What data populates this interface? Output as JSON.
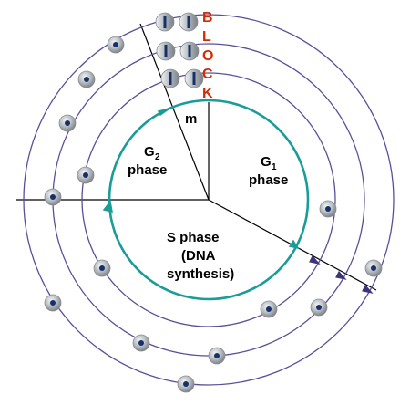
{
  "labels": {
    "m": "m",
    "g2_main": "G",
    "g2_sub": "2",
    "g2_word": "phase",
    "g1_main": "G",
    "g1_sub": "1",
    "g1_word": "phase",
    "s_line1": "S phase",
    "s_line2": "(DNA",
    "s_line3": "synthesis)"
  },
  "block_letters": [
    "B",
    "L",
    "O",
    "C",
    "K"
  ],
  "colors": {
    "inner_cycle": "#1a9c98",
    "orbit": "#5a4f9a",
    "axis": "#000000",
    "block_text": "#d52b05",
    "cell_outer": "#8a8f94",
    "cell_nucleus": "#16306a"
  }
}
